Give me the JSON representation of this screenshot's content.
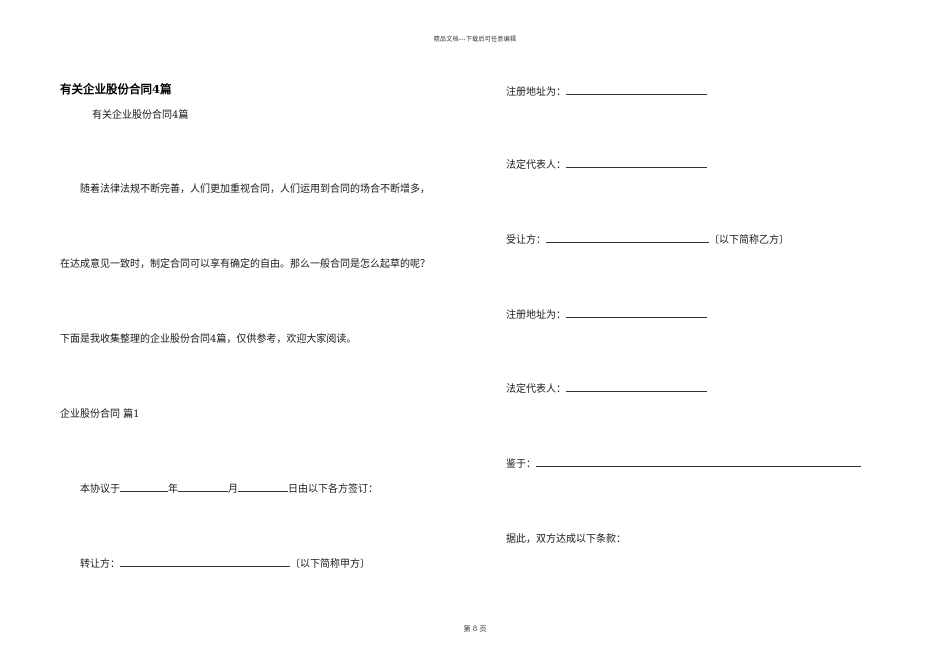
{
  "header": {
    "text": "精品文档---下载后可任意编辑"
  },
  "left": {
    "title": "有关企业股份合同4篇",
    "subtitle": "有关企业股份合同4篇",
    "para1": "随着法律法规不断完善，人们更加重视合同，人们运用到合同的场合不断增多，",
    "para2": "在达成意见一致时，制定合同可以享有确定的自由。那么一般合同是怎么起草的呢？",
    "para3": "下面是我收集整理的企业股份合同4篇，仅供参考，欢迎大家阅读。",
    "section_title": "企业股份合同 篇1",
    "agreement": {
      "prefix": "本协议于",
      "year": "年",
      "month": "月",
      "suffix": "日由以下各方签订："
    },
    "transferor": {
      "label": "转让方：",
      "note": "〔以下简称甲方〕"
    }
  },
  "right": {
    "reg_address_1": "注册地址为：",
    "legal_rep_1": "法定代表人：",
    "transferee": {
      "label": "受让方：",
      "note": "〔以下简称乙方〕"
    },
    "reg_address_2": "注册地址为：",
    "legal_rep_2": "法定代表人：",
    "whereas": "鉴于：",
    "conclusion": "据此，双方达成以下条款："
  },
  "footer": {
    "page": "第 8 页"
  }
}
